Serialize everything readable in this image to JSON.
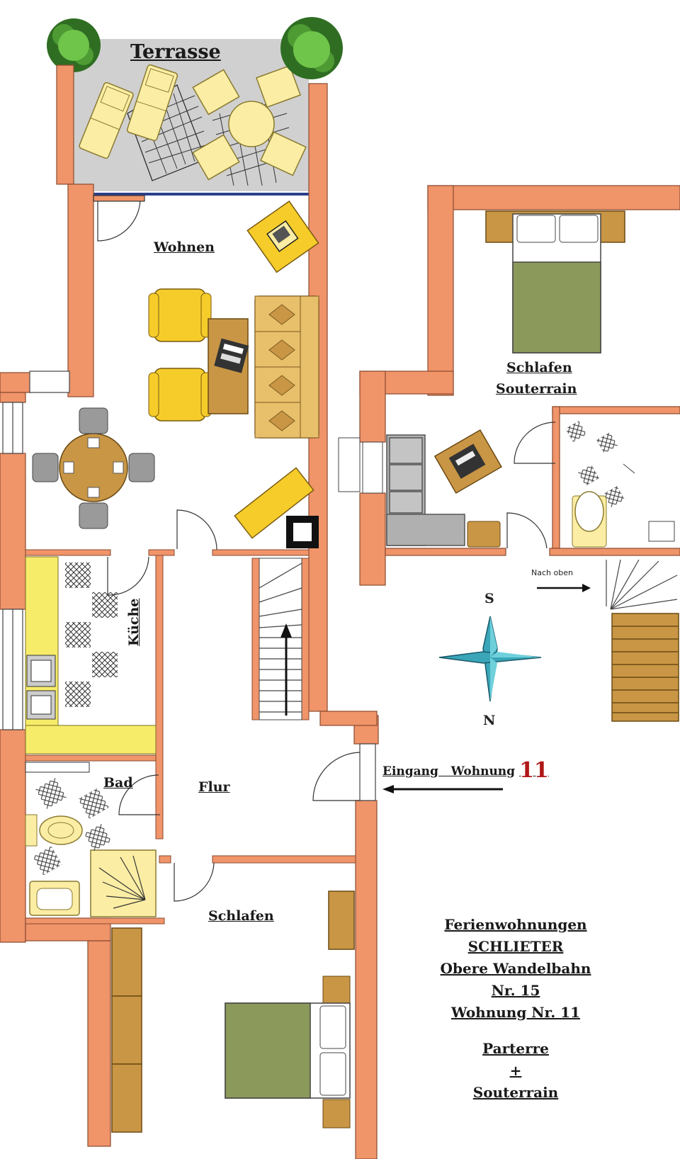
{
  "rooms": {
    "terrasse": "Terrasse",
    "wohnen": "Wohnen",
    "schlafen_souterrain_1": "Schlafen",
    "schlafen_souterrain_2": "Souterrain",
    "kueche": "Küche",
    "bad": "Bad",
    "flur": "Flur",
    "schlafen": "Schlafen"
  },
  "entrance": {
    "label": "Eingang   Wohnung",
    "number": "11"
  },
  "stairs_label": "Nach oben",
  "compass": {
    "top": "S",
    "bottom": "N"
  },
  "info": {
    "line1": "Ferienwohnungen",
    "line2": "SCHLIETER",
    "line3": "Obere Wandelbahn",
    "line4": "Nr. 15",
    "line5": "Wohnung Nr. 11",
    "line6": "Parterre",
    "line7": "+",
    "line8": "Souterrain"
  },
  "colors": {
    "wall": "#f0946a",
    "wall_stroke": "#8a4a30",
    "terrace": "#d0d0d0",
    "furniture_yellow": "#f5cc2a",
    "couch": "#e8bf6a",
    "table_brown": "#c99645",
    "bed_green": "#8b9a5b",
    "kitchen_counter": "#f7ec6a",
    "sofa_grey": "#b0b0b0",
    "plant_green": "#3d8a2a",
    "compass_blue": "#3aa6b8"
  }
}
